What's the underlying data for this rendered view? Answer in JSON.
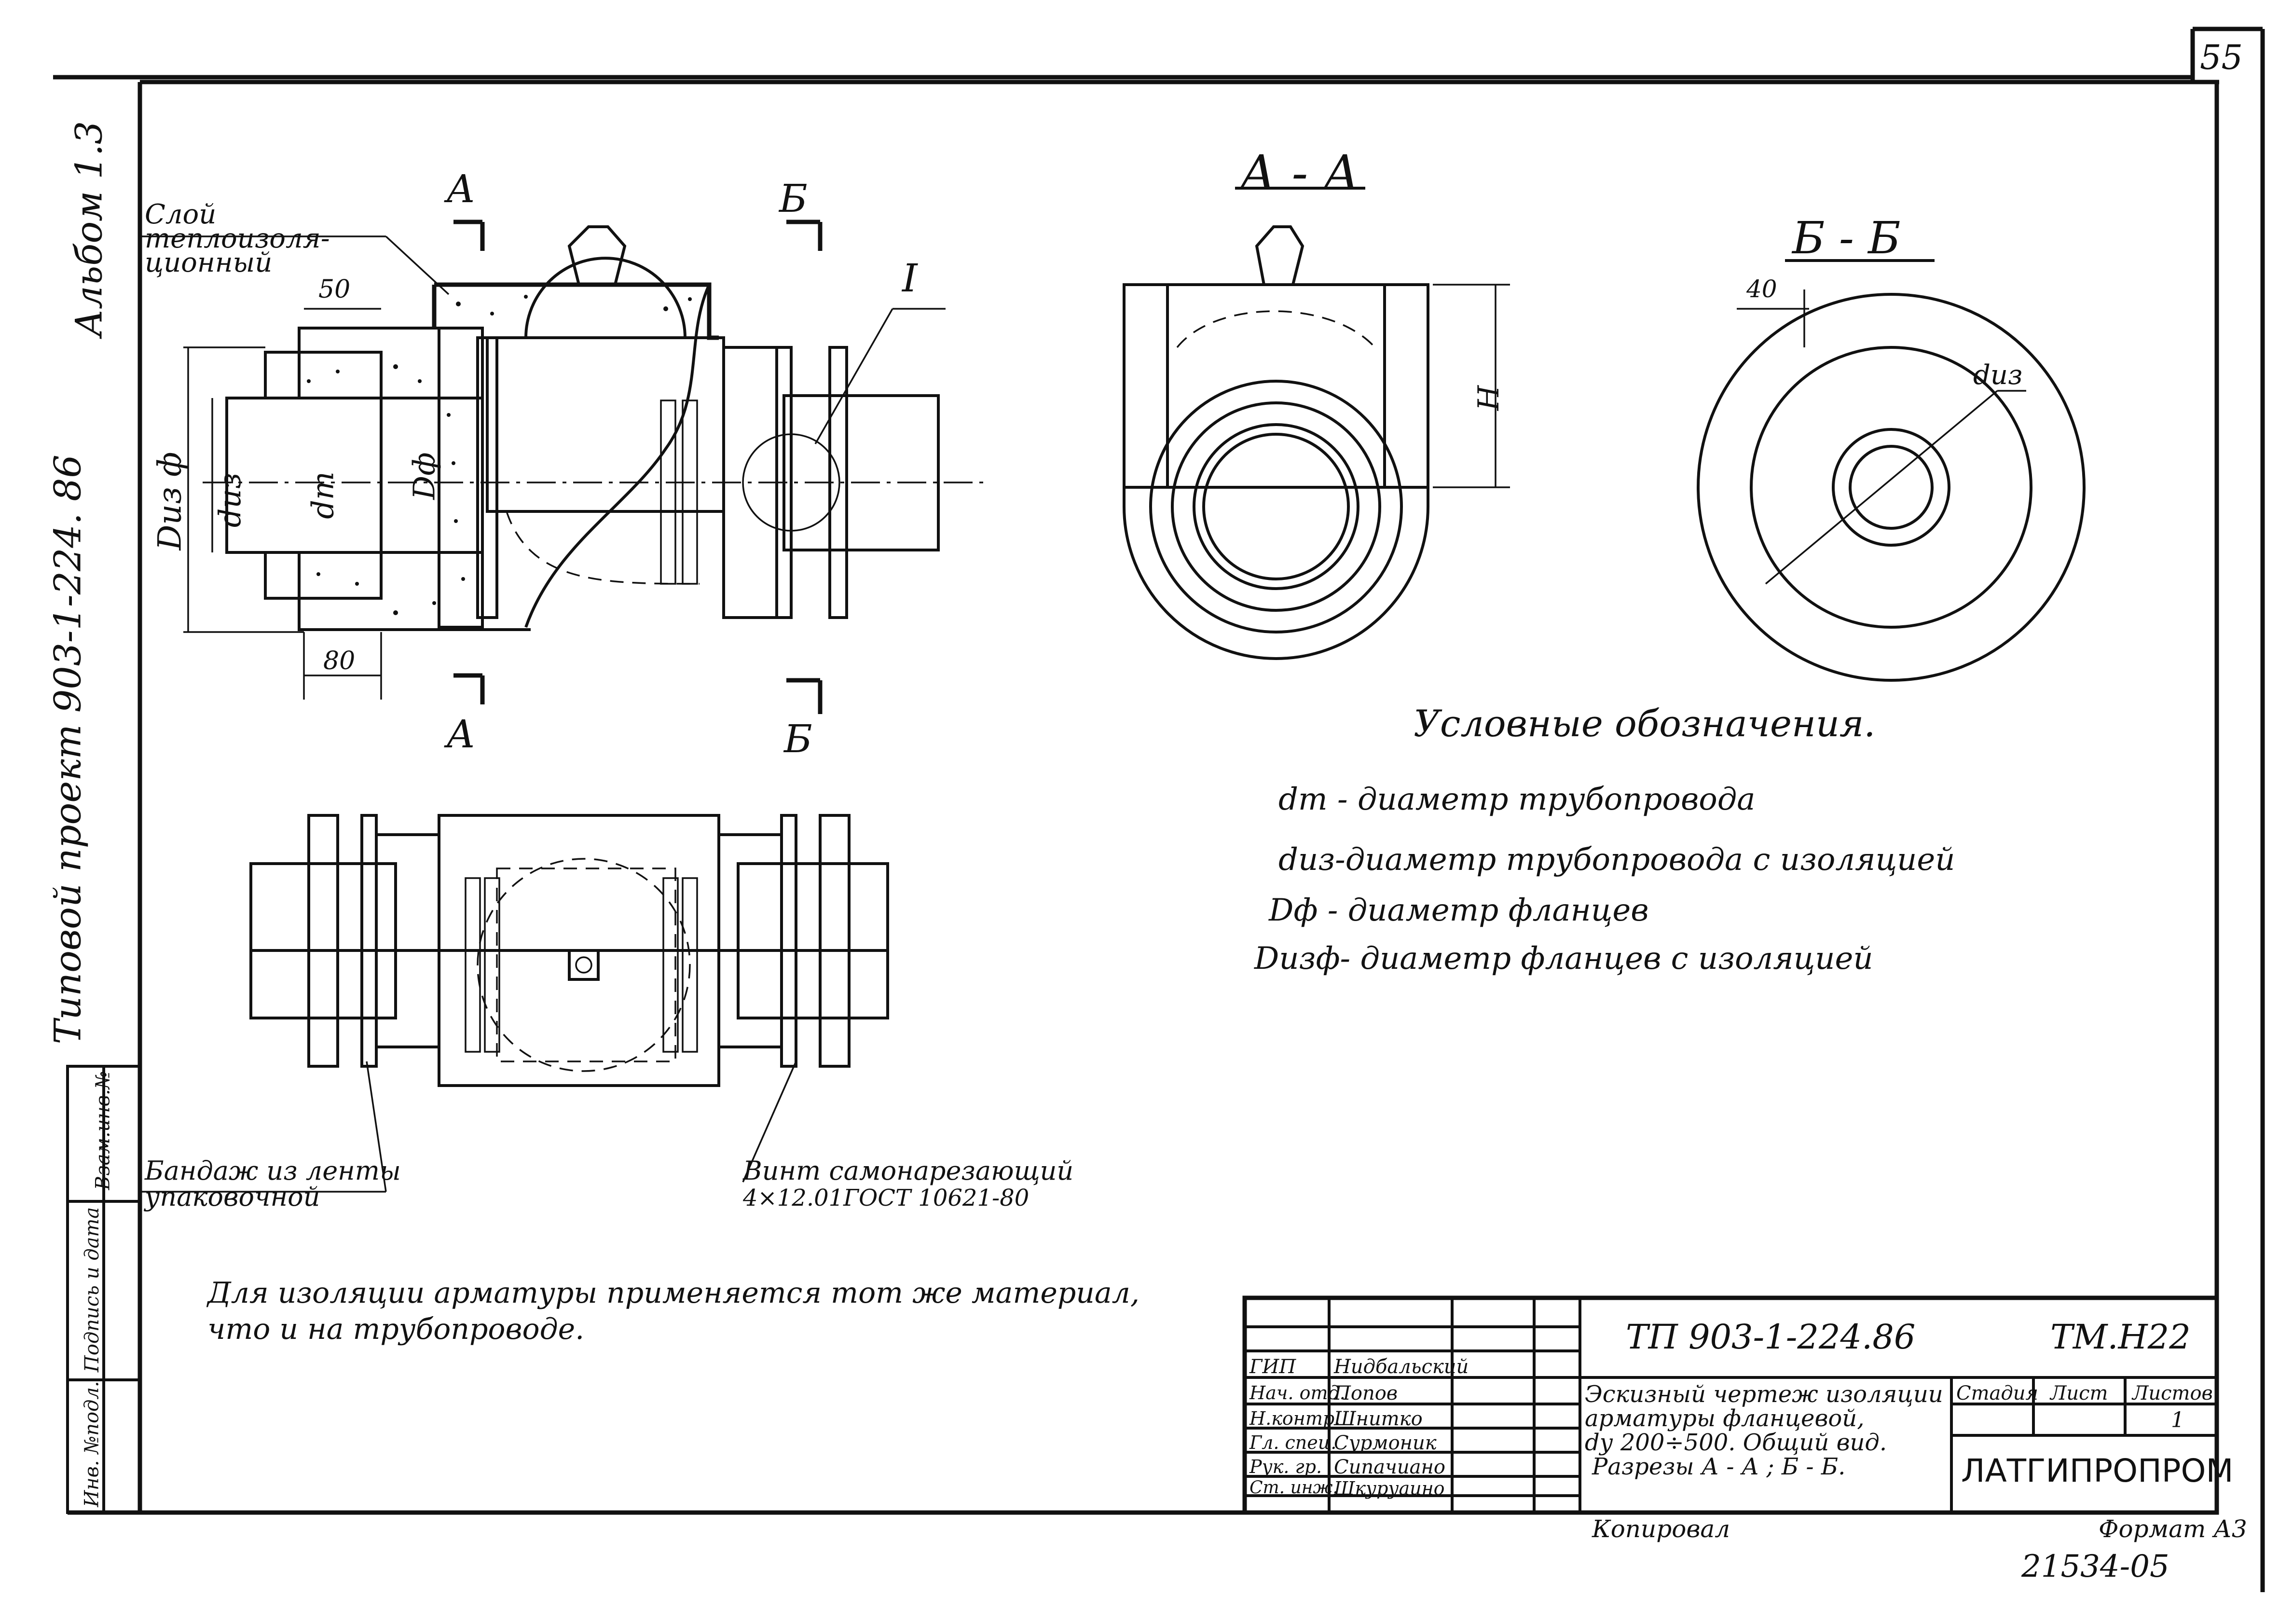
{
  "sheet": {
    "page_number": "55",
    "album": "Альбом 1.3",
    "project": "Типовой проект 903-1-224. 86",
    "sheet_code": "ТП 903-1-224.86",
    "mark": "ТМ.Н22",
    "copied": "Копировал",
    "format": "Формат А3",
    "inventory": "21534-05"
  },
  "side_stamp": {
    "inv_no": "Инв. №подл.",
    "sign_date": "Подпись и дата",
    "replace_inv": "Взам.инв.№"
  },
  "views": {
    "section_aa": "А - А",
    "section_bb": "Б - Б",
    "cut_a_top": "А",
    "cut_a_bottom": "А",
    "cut_b_top": "Б",
    "cut_b_bottom": "Б",
    "detail": "I"
  },
  "dims": {
    "d50": "50",
    "d80": "80",
    "d40": "40",
    "d_iz_f": "Dиз ф",
    "d_iz": "dиз",
    "d_t": "dт",
    "D_f": "Dф",
    "H": "H",
    "d_iz_bb": "dиз"
  },
  "callouts": {
    "insulation_layer": "Слой теплоизоля-ционный",
    "bandage": "Бандаж из ленты упаковочной",
    "screw_line1": "Винт самонарезающий",
    "screw_line2": "4×12.01ГОСТ 10621-80"
  },
  "legend": {
    "title": "Условные обозначения.",
    "items": [
      "dт - диаметр трубопровода",
      "dиз-диаметр трубопровода с изоляцией",
      "Dф - диаметр фланцев",
      "Dизф- диаметр фланцев с изоляцией"
    ]
  },
  "note": {
    "line1": "Для изоляции арматуры применяется тот же материал,",
    "line2": "что и на трубопроводе."
  },
  "title_block": {
    "roles": [
      {
        "role": "ГИП",
        "name": "Нидбальский"
      },
      {
        "role": "Нач. отд.",
        "name": "Попов"
      },
      {
        "role": "Н.контр.",
        "name": "Шнитко"
      },
      {
        "role": "Гл. спец.",
        "name": "Сурмоник"
      },
      {
        "role": "Рук. гр.",
        "name": "Сипачиано"
      },
      {
        "role": "Ст. инж.",
        "name": "Шкуруаино"
      }
    ],
    "description": [
      "Эскизный чертеж изоляции",
      "арматуры фланцевой,",
      "dу 200÷500. Общий вид.",
      "Разрезы А - А ; Б - Б."
    ],
    "stage_label": "Стадия",
    "sheet_label": "Лист",
    "sheets_label": "Листов",
    "sheets_value": "1",
    "organization": "ЛАТГИПРОПРОМ"
  }
}
